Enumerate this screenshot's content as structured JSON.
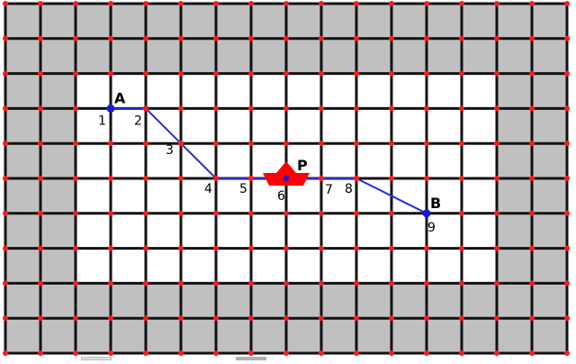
{
  "grid": {
    "cols": 16,
    "rows": 10,
    "open_region": {
      "col_start": 2,
      "col_end": 13,
      "row_start": 2,
      "row_end": 7
    }
  },
  "colors": {
    "blocked": "#c0c0c0",
    "open": "#ffffff",
    "grid_line": "#111111",
    "node": "#ff1a1a",
    "path": "#2a2ad6",
    "endpoint": "#1a1ad6",
    "boat": "#ff0000"
  },
  "points": {
    "start": {
      "label": "A",
      "col": 3,
      "row": 3
    },
    "end": {
      "label": "B",
      "col": 12,
      "row": 6
    },
    "marker": {
      "label": "P",
      "col": 8,
      "row": 5
    }
  },
  "path": {
    "waypoints": [
      {
        "label": "1",
        "col": 3,
        "row": 3
      },
      {
        "label": "2",
        "col": 4,
        "row": 3
      },
      {
        "label": "3",
        "col": 5,
        "row": 4
      },
      {
        "label": "4",
        "col": 6,
        "row": 5
      },
      {
        "label": "5",
        "col": 7,
        "row": 5
      },
      {
        "label": "6",
        "col": 8,
        "row": 5
      },
      {
        "label": "7",
        "col": 9,
        "row": 5
      },
      {
        "label": "8",
        "col": 10,
        "row": 5
      },
      {
        "label": "9",
        "col": 12,
        "row": 6
      }
    ]
  }
}
